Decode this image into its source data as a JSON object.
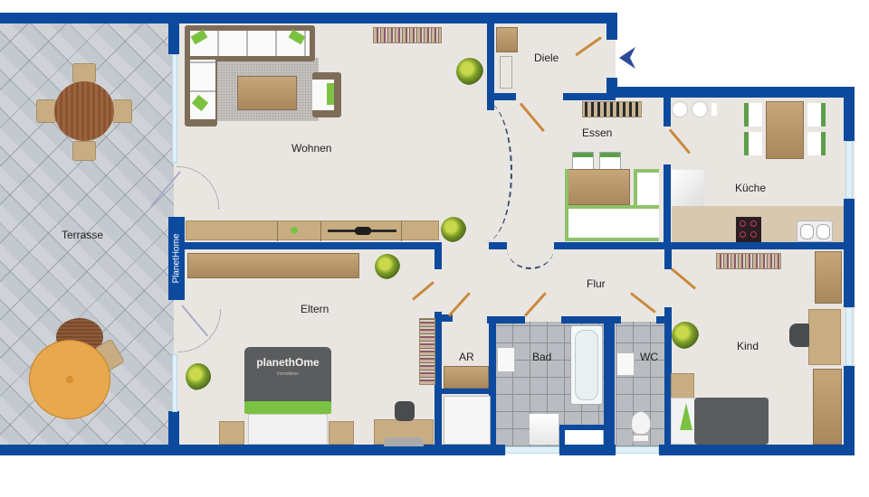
{
  "floorplan": {
    "brand_side_label": "PlanetHome",
    "bed_logo": {
      "main": "planethOme",
      "sub": "Immobilien"
    },
    "entrance_marker": "arrow-left",
    "rooms": [
      {
        "id": "terrasse",
        "label": "Terrasse"
      },
      {
        "id": "wohnen",
        "label": "Wohnen"
      },
      {
        "id": "diele",
        "label": "Diele"
      },
      {
        "id": "essen",
        "label": "Essen"
      },
      {
        "id": "kueche",
        "label": "Küche"
      },
      {
        "id": "eltern",
        "label": "Eltern"
      },
      {
        "id": "flur",
        "label": "Flur"
      },
      {
        "id": "ar",
        "label": "AR"
      },
      {
        "id": "bad",
        "label": "Bad"
      },
      {
        "id": "wc",
        "label": "WC"
      },
      {
        "id": "kind",
        "label": "Kind"
      }
    ],
    "colors": {
      "wall": "#0d4a9e",
      "floor": "#e9e6e1",
      "terrace_tile": "#c4c9cf",
      "bath_tile": "#b9bcc0",
      "wood": "#c6a67a",
      "accent_green": "#7cc242",
      "bed_grey": "#5a5c5e"
    }
  }
}
